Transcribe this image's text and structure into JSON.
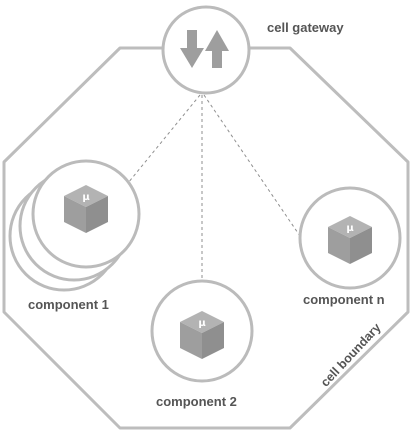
{
  "diagram": {
    "gateway": {
      "label": "cell gateway",
      "icon": "up-down-arrows-icon"
    },
    "components": [
      {
        "label": "component 1",
        "badge": "μ",
        "icon": "cube-icon",
        "stacked": true
      },
      {
        "label": "component 2",
        "badge": "μ",
        "icon": "cube-icon",
        "stacked": false
      },
      {
        "label": "component n",
        "badge": "μ",
        "icon": "cube-icon",
        "stacked": false
      }
    ],
    "boundary": {
      "label": "cell boundary",
      "shape": "octagon"
    },
    "colors": {
      "stroke": "#bbbbbb",
      "icon": "#9e9e9e",
      "icon_top": "#b3b3b3",
      "text": "#555555",
      "badge_text": "#ffffff"
    }
  }
}
